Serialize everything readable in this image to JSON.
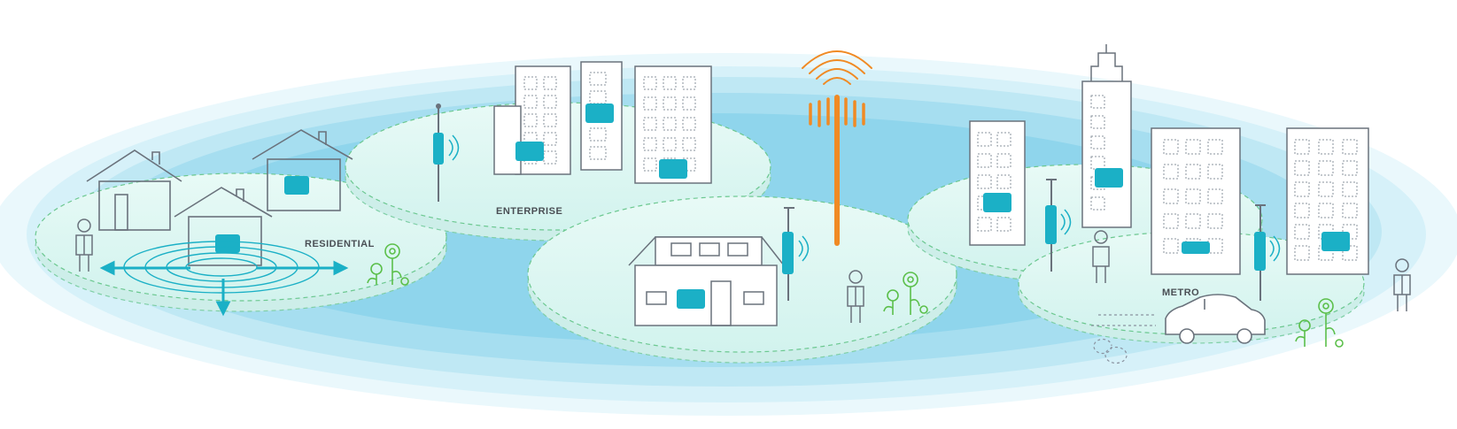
{
  "labels": {
    "residential": "RESIDENTIAL",
    "enterprise": "ENTERPRISE",
    "metro": "METRO"
  },
  "colors": {
    "accent": "#1bb0c6",
    "tower": "#f08a24",
    "line": "#5b6470",
    "green": "#5bbf4a",
    "cloud": "#bfe8f3"
  }
}
